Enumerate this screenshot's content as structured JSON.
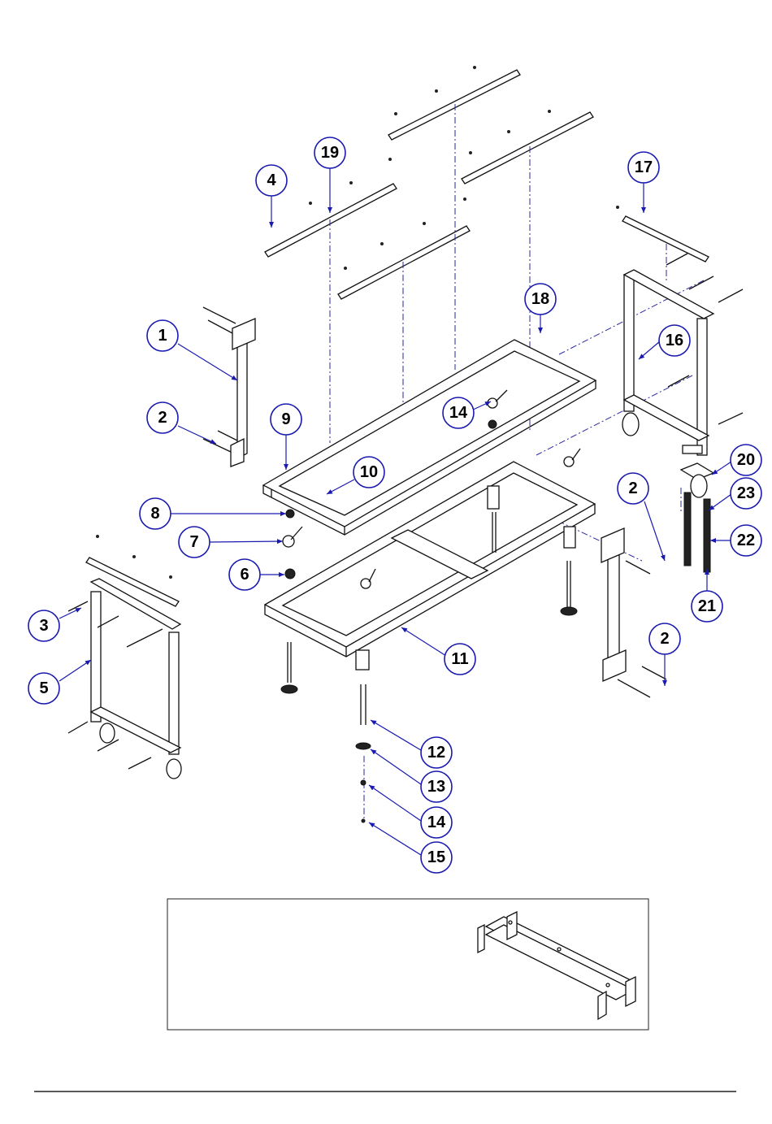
{
  "balloons": [
    "1",
    "2",
    "2",
    "2",
    "3",
    "4",
    "5",
    "6",
    "7",
    "8",
    "9",
    "10",
    "11",
    "12",
    "13",
    "14",
    "14",
    "15",
    "16",
    "17",
    "18",
    "19",
    "20",
    "21",
    "22",
    "23"
  ],
  "icons": {
    "leader_arrow": "arrowhead",
    "screw": "bolt-icon",
    "caster": "wheel-icon"
  },
  "colors": {
    "leader": "#1a1ab0",
    "linework": "#111111"
  }
}
